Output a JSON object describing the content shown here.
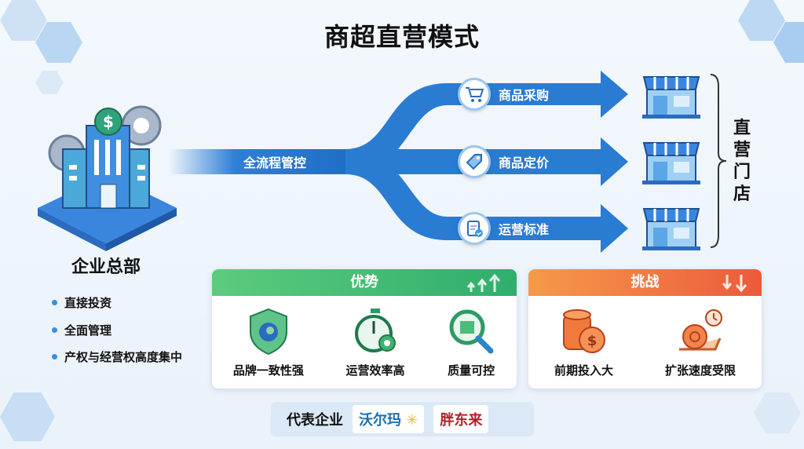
{
  "title": "商超直营模式",
  "headquarters": {
    "label": "企业总部",
    "bullets": [
      "直接投资",
      "全面管理",
      "产权与经营权高度集中"
    ]
  },
  "flow": {
    "stem_label": "全流程管控",
    "branches": [
      {
        "label": "商品采购",
        "icon": "shopping-cart-icon"
      },
      {
        "label": "商品定价",
        "icon": "price-tag-icon"
      },
      {
        "label": "运营标准",
        "icon": "clipboard-check-icon"
      }
    ]
  },
  "stores_label": "直营门店",
  "advantages": {
    "title": "优势",
    "color": "#3fb96f",
    "items": [
      {
        "label": "品牌一致性强",
        "icon": "shield-icon"
      },
      {
        "label": "运营效率高",
        "icon": "stopwatch-gear-icon"
      },
      {
        "label": "质量可控",
        "icon": "magnifier-box-icon"
      }
    ]
  },
  "challenges": {
    "title": "挑战",
    "color": "#f0663c",
    "items": [
      {
        "label": "前期投入大",
        "icon": "coins-icon"
      },
      {
        "label": "扩张速度受限",
        "icon": "snail-clock-icon"
      }
    ]
  },
  "representatives": {
    "label": "代表企业",
    "companies": [
      {
        "name": "沃尔玛",
        "color": "#1a6fb5"
      },
      {
        "name": "胖东来",
        "color": "#b3202a"
      }
    ]
  }
}
